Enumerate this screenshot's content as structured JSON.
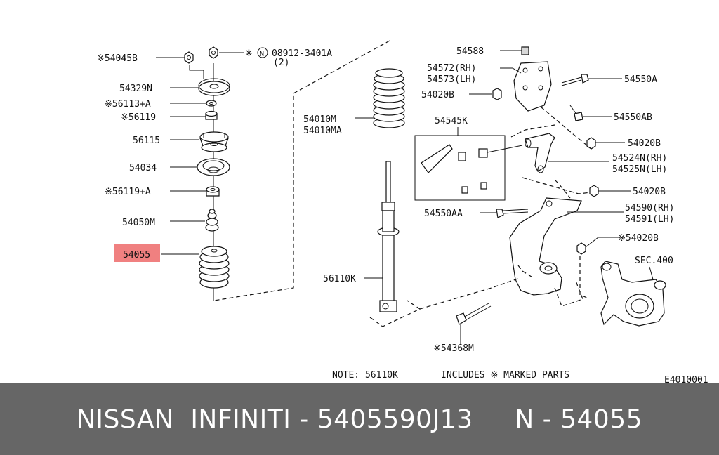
{
  "diagram": {
    "labels": {
      "l54045B": "※54045B",
      "l08912_1": "※",
      "l08912_N": "N",
      "l08912_2": "08912-3401A",
      "l08912_3": "(2)",
      "l54329N": "54329N",
      "l56113": "※56113+A",
      "l56119a": "※56119",
      "l56115": "56115",
      "l54034": "54034",
      "l56119A": "※56119+A",
      "l54050M": "54050M",
      "l54055": "54055",
      "l54010M": "54010M",
      "l54010MA": "54010MA",
      "l56110K": "56110K",
      "l54588": "54588",
      "l54572": "54572(RH)",
      "l54573": "54573(LH)",
      "l54020B_1": "54020B",
      "l54550A": "54550A",
      "l54550AB": "54550AB",
      "l54545K": "54545K",
      "l54020B_2": "54020B",
      "l54524N": "54524N(RH)",
      "l54525N": "54525N(LH)",
      "l54020B_3": "54020B",
      "l54550AA": "54550AA",
      "l54590": "54590(RH)",
      "l54591": "54591(LH)",
      "l54020B_4": "※54020B",
      "lsec": "SEC.400",
      "l54368M": "※54368M",
      "note": "NOTE: 56110K",
      "includes": "INCLUDES ※ MARKED PARTS",
      "code": "E4010001"
    },
    "highlight_part": "54055",
    "highlight_color": "#f08080"
  },
  "footer": {
    "text": "NISSAN  INFINITI - 5405590J13     N - 54055"
  }
}
